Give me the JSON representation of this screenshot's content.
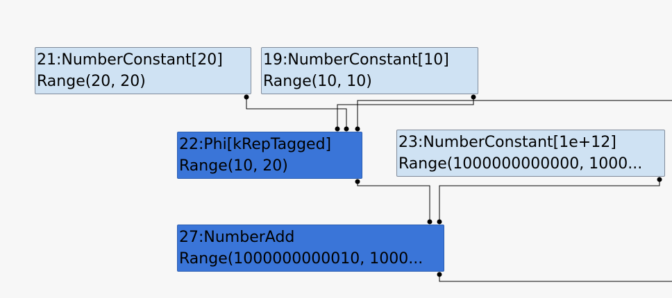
{
  "colors": {
    "background": "#f7f7f7",
    "node_light": "#cfe2f3",
    "node_selected": "#3a75d8",
    "edge": "#000000"
  },
  "nodes": {
    "n21": {
      "title": "21:NumberConstant[20]",
      "range": "Range(20, 20)"
    },
    "n19": {
      "title": "19:NumberConstant[10]",
      "range": "Range(10, 10)"
    },
    "n22": {
      "title": "22:Phi[kRepTagged]",
      "range": "Range(10, 20)"
    },
    "n23": {
      "title": "23:NumberConstant[1e+12]",
      "range": "Range(1000000000000, 1000..."
    },
    "n27": {
      "title": "27:NumberAdd",
      "range": "Range(1000000000010, 1000..."
    }
  }
}
